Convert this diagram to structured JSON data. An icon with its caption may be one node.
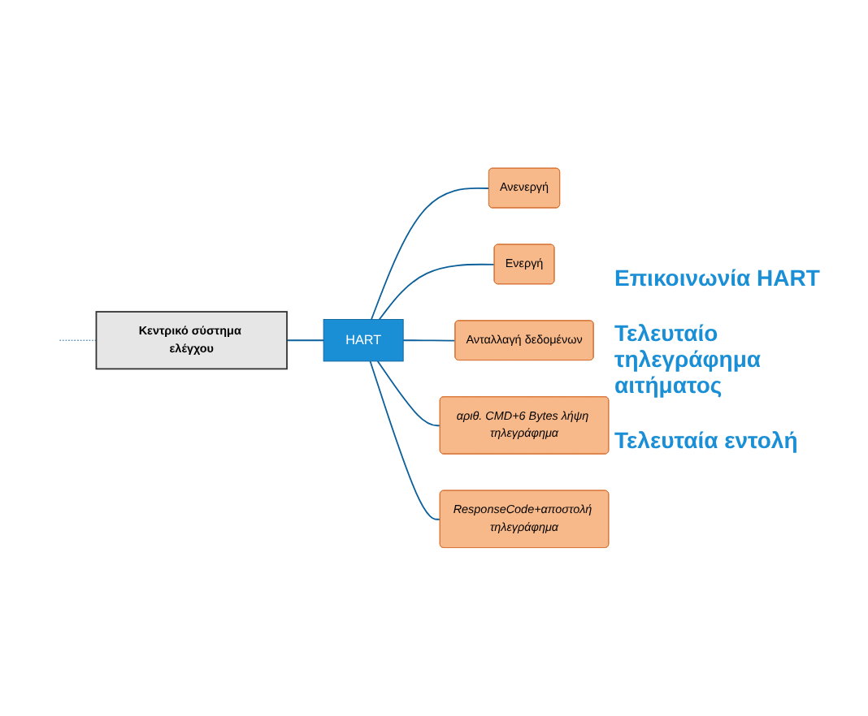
{
  "diagram": {
    "nodes": [
      {
        "text": [
          "Κεντρικό σύστημα ελέγχου"
        ]
      },
      {
        "text": [
          "HART"
        ]
      },
      {
        "text": [
          "Ανενεργή"
        ]
      },
      {
        "text": [
          "Ενεργή"
        ]
      },
      {
        "text": [
          "Ανταλλαγή δεδομένων"
        ]
      },
      {
        "text": [
          "αριθ. CMD+6 Bytes λήψη τηλεγράφημα"
        ]
      },
      {
        "text": [
          "ResponseCode+αποστολή τηλεγράφημα"
        ]
      }
    ],
    "edges": [
      {
        "from": null,
        "to": 0,
        "arrow": "none",
        "style": "dashed"
      },
      {
        "from": 0,
        "to": 1,
        "arrow": "none"
      },
      {
        "from": 1,
        "to": 2,
        "arrow": "none"
      },
      {
        "from": 1,
        "to": 3,
        "arrow": "none"
      },
      {
        "from": 1,
        "to": 4,
        "arrow": "none"
      },
      {
        "from": 1,
        "to": 5,
        "arrow": "none"
      },
      {
        "from": 1,
        "to": 6,
        "arrow": "none"
      }
    ],
    "labels": [
      "Επικοινωνία HART",
      "Τελευταίο τηλεγράφημα αιτήματος",
      "Τελευταία εντολή"
    ]
  }
}
